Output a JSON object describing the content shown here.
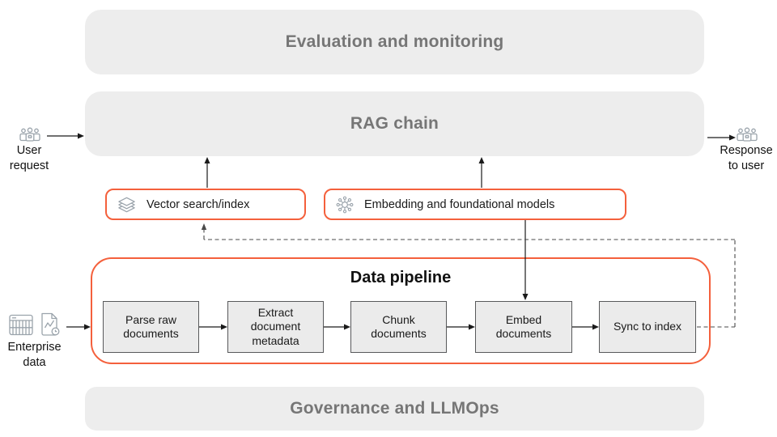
{
  "colors": {
    "accent_orange": "#F4603C",
    "band_fill": "#EDEDED",
    "band_text": "#767676",
    "step_fill": "#EBEBEB",
    "step_border": "#58595B",
    "icon_gray": "#9AA3AB",
    "text_dark": "#1A1A1A"
  },
  "bands": {
    "evaluation": {
      "label": "Evaluation and monitoring"
    },
    "rag_chain": {
      "label": "RAG chain"
    },
    "governance": {
      "label": "Governance and LLMOps"
    }
  },
  "endpoints": {
    "user_request": {
      "label": "User request",
      "icon": "users-icon"
    },
    "response_to_user": {
      "label": "Response to user",
      "icon": "users-icon"
    },
    "enterprise_data": {
      "label": "Enterprise data",
      "icons": [
        "spreadsheet-icon",
        "document-chart-icon"
      ]
    }
  },
  "services": {
    "vector_search": {
      "label": "Vector search/index",
      "icon": "layers-icon"
    },
    "embedding_models": {
      "label": "Embedding and foundational models",
      "icon": "model-network-icon"
    }
  },
  "pipeline": {
    "title": "Data pipeline",
    "steps": [
      {
        "label": "Parse raw documents"
      },
      {
        "label": "Extract document metadata"
      },
      {
        "label": "Chunk documents"
      },
      {
        "label": "Embed documents"
      },
      {
        "label": "Sync to index"
      }
    ]
  }
}
